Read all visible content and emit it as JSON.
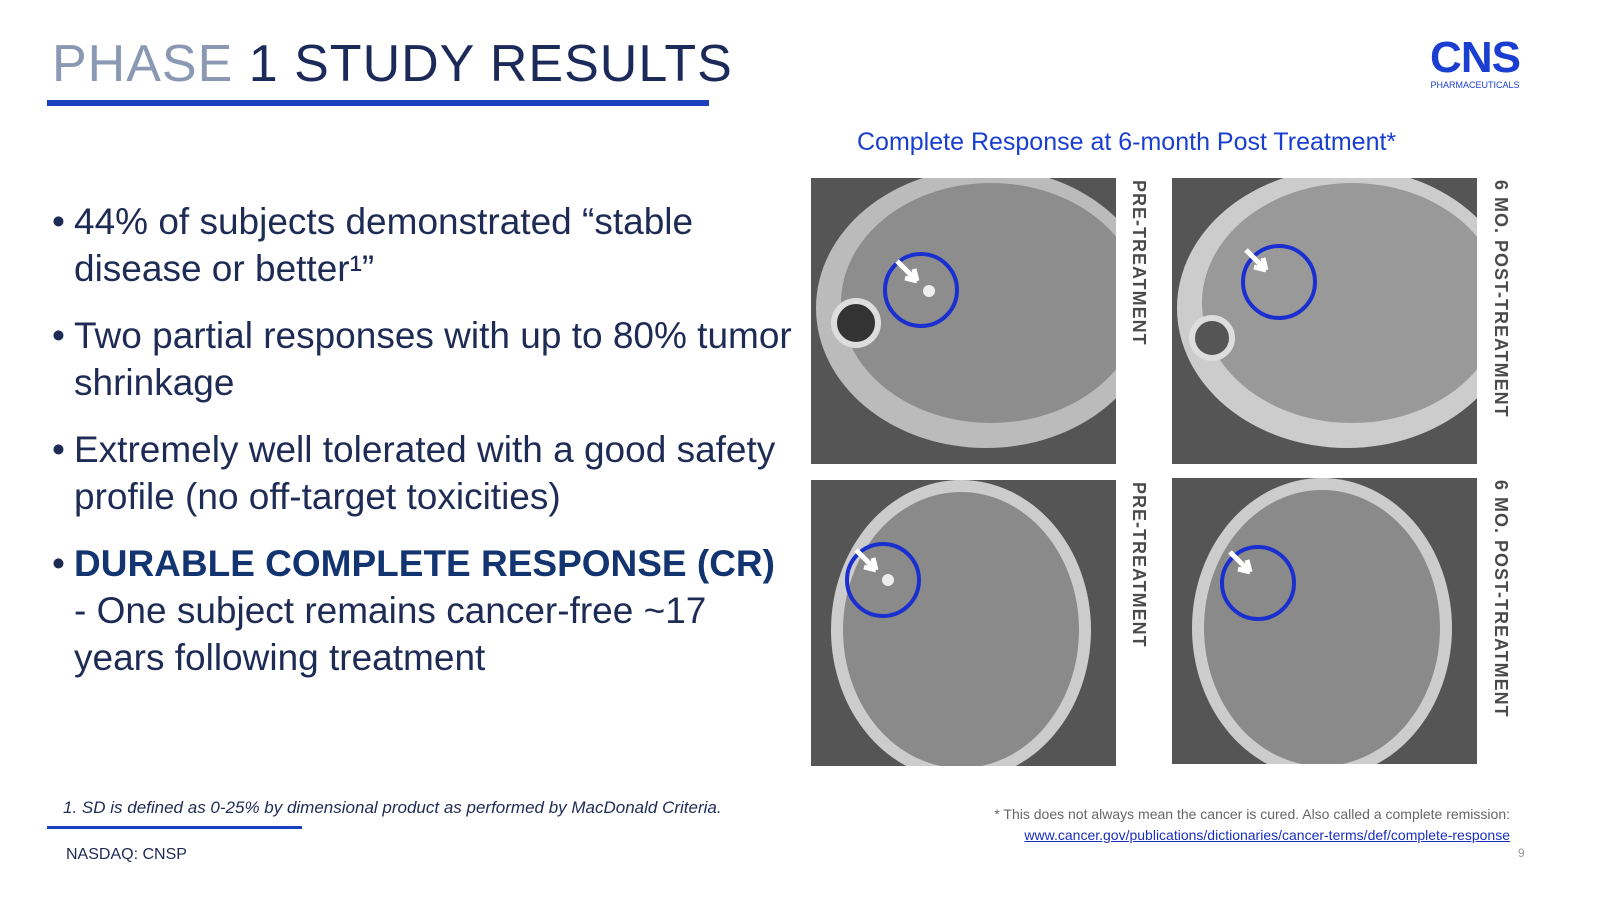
{
  "title": {
    "light": "PHASE",
    "dark": "1 STUDY RESULTS"
  },
  "logo": {
    "name": "CNS",
    "sub": "PHARMACEUTICALS"
  },
  "bullets": [
    "44% of subjects demonstrated “stable disease or better¹”",
    "Two partial responses with up to 80% tumor shrinkage",
    "Extremely well tolerated with a good safety profile (no off-target toxicities)"
  ],
  "bullet_cr": {
    "heading": "DURABLE COMPLETE RESPONSE (CR)",
    "text": "- One subject remains cancer-free ~17 years following treatment"
  },
  "figure": {
    "caption": "Complete Response at 6-month Post Treatment*",
    "labels": {
      "pre": "PRE-TREATMENT",
      "post": "6 MO. POST-TREATMENT"
    }
  },
  "footnote": "1. SD is defined as 0-25% by dimensional product as performed by MacDonald Criteria.",
  "ticker": "NASDAQ: CNSP",
  "note": {
    "text": "* This does not always mean the cancer is cured. Also called a complete remission:",
    "link": "www.cancer.gov/publications/dictionaries/cancer-terms/def/complete-response"
  },
  "page_number": "9",
  "colors": {
    "accent": "#1b3fbf",
    "navy": "#1e2b55"
  }
}
